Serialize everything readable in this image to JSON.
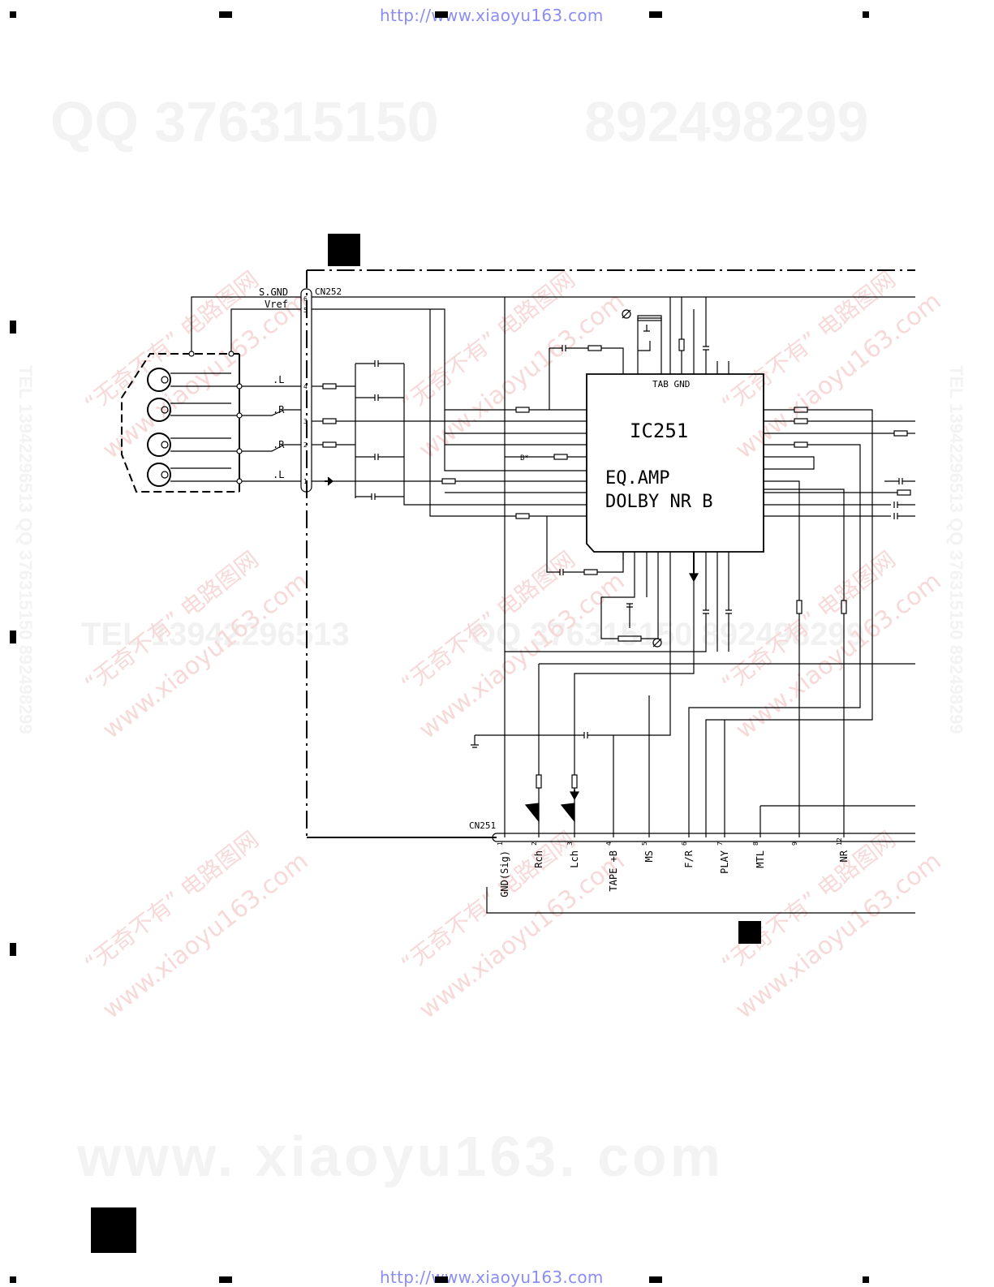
{
  "watermarks": {
    "url": "http://www.xiaoyu163.com",
    "qq_line_left": "QQ 376315150",
    "qq_line_right": "892498299",
    "tel_line": "TEL 13942296513",
    "qq_line_mid": "QQ 376315150  892498299",
    "footer_big": "www. xiaoyu163. com",
    "diag_cn": "“无奇不有” 电路图网",
    "diag_url": "www.xiaoyu163.com",
    "vertical": "TEL 13942296513  QQ 376315150  892498299"
  },
  "schematic": {
    "ic_ref": "IC251",
    "ic_func_line1": "EQ.AMP",
    "ic_func_line2": "DOLBY NR B",
    "tab_gnd": "TAB GND",
    "cn252": {
      "ref": "CN252",
      "sgnd": "S.GND",
      "vref": "Vref",
      "pin6": "6",
      "pin5": "5",
      "pin4": "4",
      "pin3": "3",
      "pin2": "2",
      "pin1": "1",
      "sig4": ".L",
      "sig3": ".R",
      "sig2": ".R",
      "sig1": ".L"
    },
    "cn251": {
      "ref": "CN251",
      "pins": [
        {
          "num": "1",
          "label": "GND(Sig)"
        },
        {
          "num": "2",
          "label": "Rch"
        },
        {
          "num": "3",
          "label": "Lch"
        },
        {
          "num": "4",
          "label": "TAPE +B"
        },
        {
          "num": "5",
          "label": "MS"
        },
        {
          "num": "6",
          "label": "F/R"
        },
        {
          "num": "7",
          "label": "PLAY"
        },
        {
          "num": "8",
          "label": "MTL"
        },
        {
          "num": "9",
          "label": ""
        },
        {
          "num": "12",
          "label": "NR"
        }
      ]
    },
    "b_mark": "B*"
  },
  "colors": {
    "url": "#8b8cf5",
    "line": "#000000",
    "watermark_red": "#f7d9d9"
  }
}
